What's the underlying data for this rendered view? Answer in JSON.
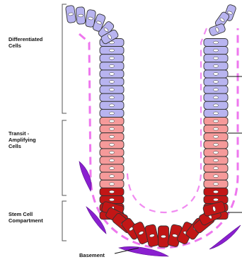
{
  "labels": {
    "differentiated": [
      "Differentiated",
      "Cells"
    ],
    "transit": [
      "Transit -",
      "Amplifying",
      "Cells"
    ],
    "stem": [
      "Stem Cell",
      "Compartment"
    ],
    "basement": "Basement"
  },
  "colors": {
    "differentiated_fill": "#b8b4f0",
    "transit_fill": "#f59a9a",
    "stem_fill": "#c21616",
    "nucleus": "#ffffff",
    "membrane_dash": "#ee77ee",
    "mesenchyme_cells": "#8a1fd0",
    "outline": "#333333"
  }
}
